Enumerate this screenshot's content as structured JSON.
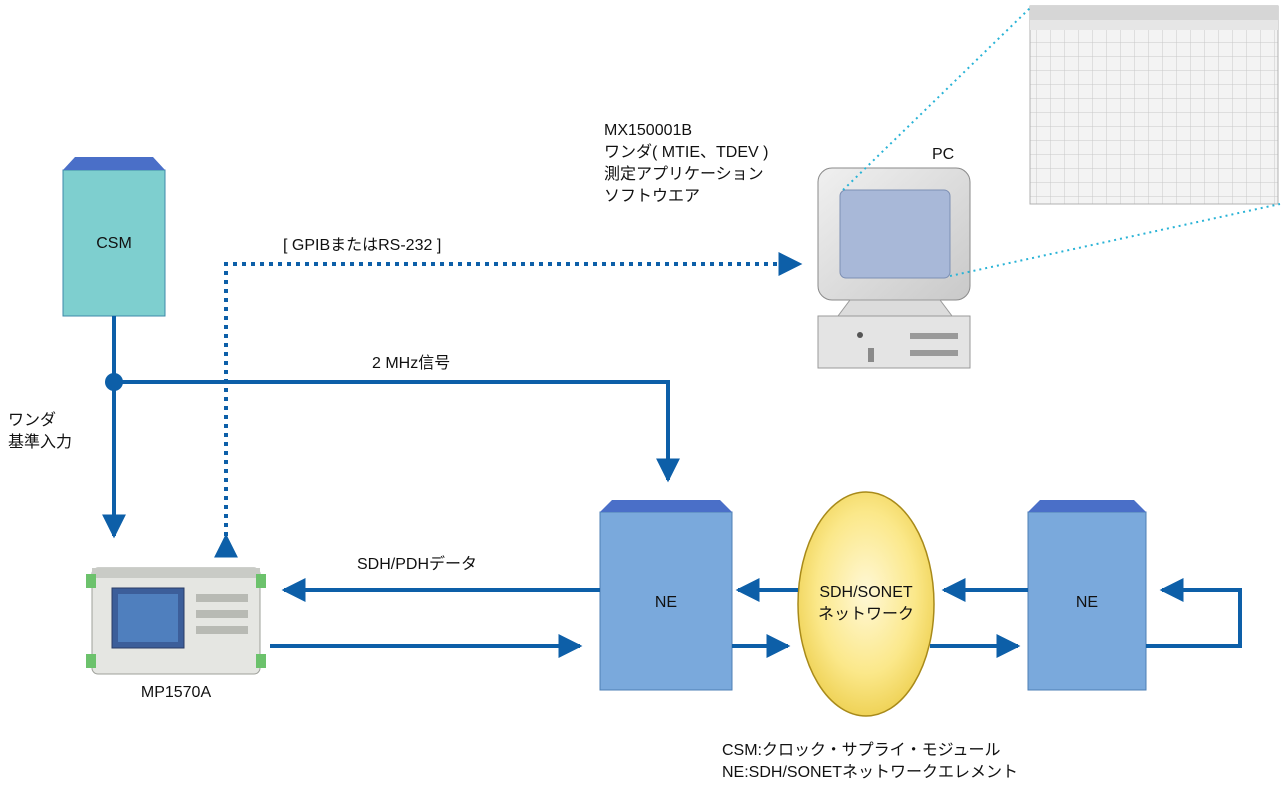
{
  "labels": {
    "csm": "CSM",
    "interface": "[ GPIBまたはRS-232 ]",
    "software": [
      "MX150001B",
      "ワンダ( MTIE、TDEV )",
      "測定アプリケーション",
      "ソフトウエア"
    ],
    "pc": "PC",
    "signal_2mhz": "2 MHz信号",
    "wander_ref": [
      "ワンダ",
      "基準入力"
    ],
    "sdh_pdh_data": "SDH/PDHデータ",
    "ne_left": "NE",
    "ne_right": "NE",
    "network": [
      "SDH/SONET",
      "ネットワーク"
    ],
    "instrument": "MP1570A",
    "legend": [
      "CSM:クロック・サプライ・モジュール",
      "NE:SDH/SONETネットワークエレメント"
    ]
  },
  "colors": {
    "line": "#0d5fa8",
    "csm_fill": "#7ecfcf",
    "ne_fill": "#7aa9dc",
    "box_top": "#4a6fc8",
    "network_fill": "#f7e27a",
    "dotted_zoom": "#29b3d6"
  }
}
